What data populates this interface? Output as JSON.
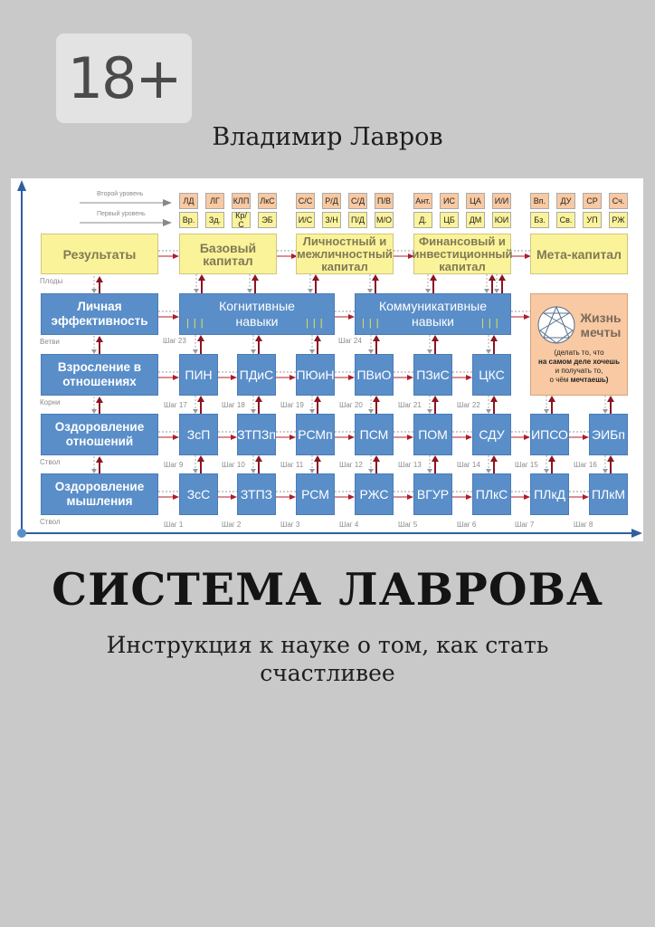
{
  "badge": "18+",
  "author": "Владимир Лавров",
  "title": "СИСТЕМА ЛАВРОВА",
  "subtitle": "Инструкция к науке о том, как стать счастливее",
  "diagram": {
    "level_arrows": [
      "Второй уровень",
      "Первый уровень"
    ],
    "second_level": [
      [
        "ЛД",
        "ЛГ",
        "КЛП",
        "ЛкС"
      ],
      [
        "С/С",
        "Р/Д",
        "С/Д",
        "П/В"
      ],
      [
        "Ант.",
        "ИС",
        "ЦА",
        "И/И"
      ],
      [
        "Вп.",
        "ДУ",
        "СР",
        "Сч."
      ]
    ],
    "first_level": [
      [
        "Вр.",
        "Зд.",
        "Кр/С",
        "ЭБ"
      ],
      [
        "И/С",
        "З/Н",
        "П/Д",
        "М/О"
      ],
      [
        "Д.",
        "ЦБ",
        "ДМ",
        "ЮИ"
      ],
      [
        "Бз.",
        "Св.",
        "УП",
        "РЖ"
      ]
    ],
    "results": "Результаты",
    "capitals": [
      "Базовый капитал",
      "Личностный и межличностный капитал",
      "Финансовый и инвестиционный капитал",
      "Мета-капитал"
    ],
    "row_labels": [
      "Плоды",
      "Ветви",
      "Корни",
      "Ствол",
      "Ствол"
    ],
    "left_boxes": [
      "Личная эффективность",
      "Взросление в отношениях",
      "Оздоровление отношений",
      "Оздоровление мышления"
    ],
    "skills": [
      "Когнитивные навыки",
      "Коммуникативные навыки"
    ],
    "skill_steps": [
      "Шаг 23",
      "Шаг 24"
    ],
    "dream": {
      "title": "Жизнь мечты",
      "text1": "(делать то, что",
      "text2": "на самом деле хочешь",
      "text3": "и получать то,",
      "text4": "о чём",
      "text5": "мечтаешь)"
    },
    "row3": [
      "ПИН",
      "ПДиС",
      "ПЮиН",
      "ПВиО",
      "ПЗиС",
      "ЦКС"
    ],
    "row3_steps": [
      "Шаг 17",
      "Шаг 18",
      "Шаг 19",
      "Шаг 20",
      "Шаг 21",
      "Шаг 22"
    ],
    "row4": [
      "ЗсП",
      "ЗТПЗп",
      "РСМп",
      "ПСМ",
      "ПОМ",
      "СДУ",
      "ИПСО",
      "ЭИБп"
    ],
    "row4_steps": [
      "Шаг 9",
      "Шаг 10",
      "Шаг 11",
      "Шаг 12",
      "Шаг 13",
      "Шаг 14",
      "Шаг 15",
      "Шаг 16"
    ],
    "row5": [
      "ЗсС",
      "ЗТПЗ",
      "РСМ",
      "РЖС",
      "ВГУР",
      "ПЛкС",
      "ПЛкД",
      "ПЛкМ"
    ],
    "row5_steps": [
      "Шаг 1",
      "Шаг 2",
      "Шаг 3",
      "Шаг 4",
      "Шаг 5",
      "Шаг 6",
      "Шаг 7",
      "Шаг 8"
    ],
    "colors": {
      "yellow": "#fbf39a",
      "blue": "#5a8ec9",
      "orange": "#f8c9a2",
      "arrow": "#b01c2a",
      "axis": "#2f5f9e"
    }
  }
}
